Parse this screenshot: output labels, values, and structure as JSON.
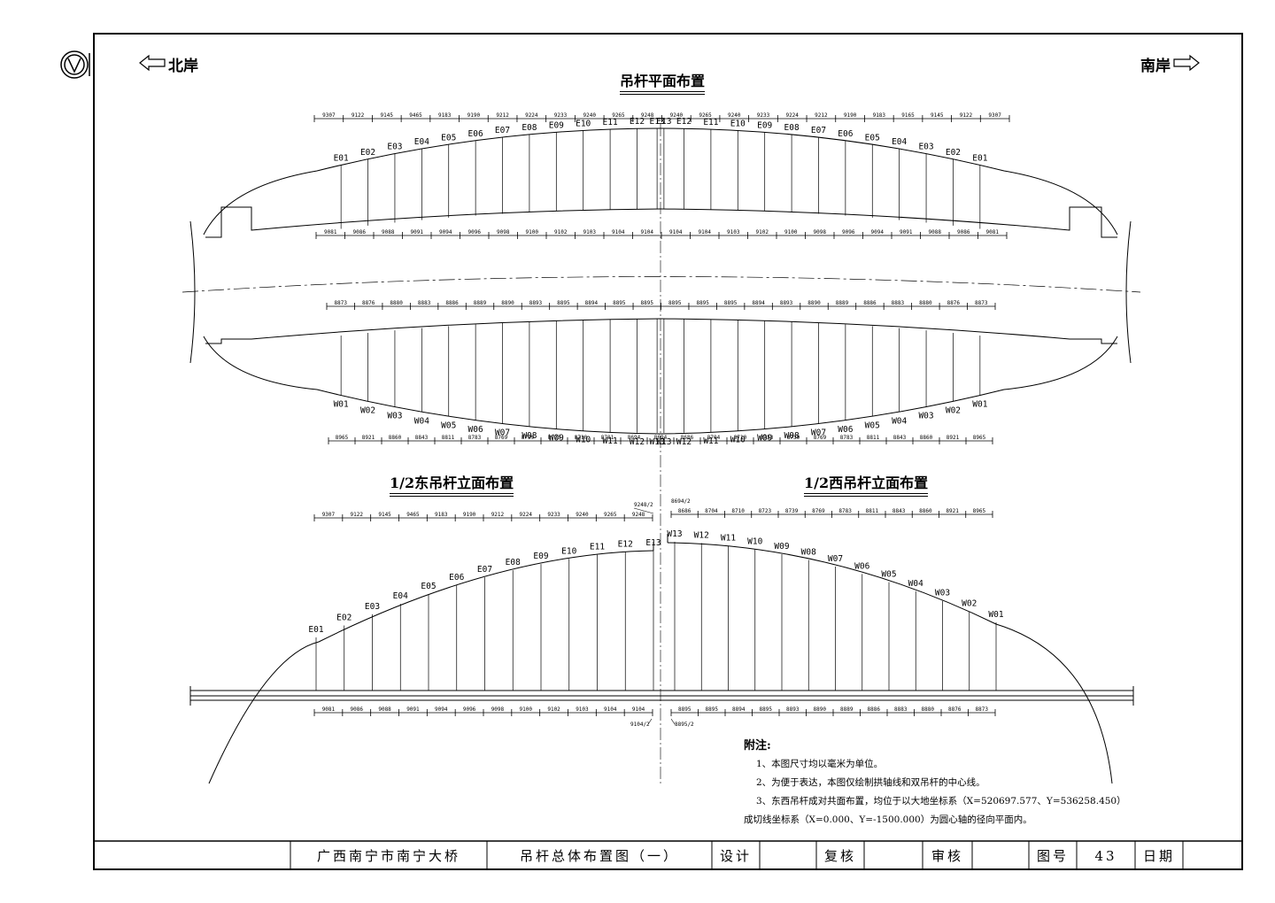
{
  "shores": {
    "north": "北岸",
    "south": "南岸"
  },
  "titles": {
    "plan": "吊杆平面布置",
    "east_elev": "1/2东吊杆立面布置",
    "west_elev": "1/2西吊杆立面布置"
  },
  "labels": {
    "east": [
      "E01",
      "E02",
      "E03",
      "E04",
      "E05",
      "E06",
      "E07",
      "E08",
      "E09",
      "E10",
      "E11",
      "E12",
      "E13"
    ],
    "west": [
      "W01",
      "W02",
      "W03",
      "W04",
      "W05",
      "W06",
      "W07",
      "W08",
      "W09",
      "W10",
      "W11",
      "W12",
      "W13"
    ]
  },
  "dims": {
    "plan_top": [
      "9307",
      "9122",
      "9145",
      "9465",
      "9183",
      "9190",
      "9212",
      "9224",
      "9233",
      "9240",
      "9265",
      "9248",
      "9240",
      "9265",
      "9240",
      "9233",
      "9224",
      "9212",
      "9190",
      "9183",
      "9165",
      "9145",
      "9122",
      "9307"
    ],
    "plan_mid": [
      "9081",
      "9086",
      "9088",
      "9091",
      "9094",
      "9096",
      "9098",
      "9100",
      "9102",
      "9103",
      "9104",
      "9104",
      "9104",
      "9104",
      "9103",
      "9102",
      "9100",
      "9098",
      "9096",
      "9094",
      "9091",
      "9088",
      "9086",
      "9081"
    ],
    "plan_w1": [
      "8873",
      "8876",
      "8880",
      "8883",
      "8886",
      "8889",
      "8890",
      "8893",
      "8895",
      "8894",
      "8895",
      "8895",
      "8895",
      "8895",
      "8895",
      "8894",
      "8893",
      "8890",
      "8889",
      "8886",
      "8883",
      "8880",
      "8876",
      "8873"
    ],
    "plan_w2": [
      "8965",
      "8921",
      "8860",
      "8843",
      "8811",
      "8783",
      "8769",
      "8739",
      "8723",
      "8710",
      "8701",
      "8694",
      "8694",
      "8686",
      "8704",
      "8710",
      "8723",
      "8739",
      "8769",
      "8783",
      "8811",
      "8843",
      "8860",
      "8921",
      "8965"
    ],
    "elev_top_e": [
      "9307",
      "9122",
      "9145",
      "9465",
      "9183",
      "9190",
      "9212",
      "9224",
      "9233",
      "9240",
      "9265",
      "9248"
    ],
    "elev_top_w": [
      "8686",
      "8704",
      "8710",
      "8723",
      "8739",
      "8769",
      "8783",
      "8811",
      "8843",
      "8860",
      "8921",
      "8965"
    ],
    "elev_bot_e": [
      "9081",
      "9086",
      "9088",
      "9091",
      "9094",
      "9096",
      "9098",
      "9100",
      "9102",
      "9103",
      "9104",
      "9104"
    ],
    "elev_bot_w": [
      "8895",
      "8895",
      "8894",
      "8895",
      "8893",
      "8890",
      "8889",
      "8886",
      "8883",
      "8880",
      "8876",
      "8873"
    ],
    "half_labels": {
      "top_e": "9248/2",
      "top_w": "8694/2",
      "bot_e": "9104/2",
      "bot_w": "8895/2"
    }
  },
  "notes": {
    "heading": "附注:",
    "items": [
      "1、本图尺寸均以毫米为单位。",
      "2、为便于表达，本图仅绘制拱轴线和双吊杆的中心线。",
      "3、东西吊杆成对共面布置，均位于以大地坐标系（X=520697.577、Y=536258.450）",
      "成切线坐标系（X=0.000、Y=-1500.000）为圆心轴的径向平面内。"
    ]
  },
  "title_block": {
    "project": "广西南宁市南宁大桥",
    "drawing_title": "吊杆总体布置图（一）",
    "design": "设计",
    "check": "复核",
    "review": "审核",
    "drawing_no_label": "图号",
    "drawing_no": "43",
    "date_label": "日期"
  }
}
